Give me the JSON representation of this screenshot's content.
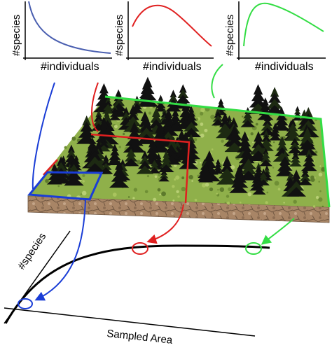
{
  "mini_plots": [
    {
      "ylabel": "#species",
      "xlabel": "#individuals",
      "curve": "decreasing",
      "color": "#4a5fb0"
    },
    {
      "ylabel": "#species",
      "xlabel": "#individuals",
      "curve": "hump",
      "color": "#e02020"
    },
    {
      "ylabel": "#species",
      "xlabel": "#individuals",
      "curve": "hump",
      "color": "#33dd44"
    }
  ],
  "main_plot": {
    "ylabel": "#species",
    "xlabel": "Sampled Area",
    "curve": "saturating",
    "markers": [
      {
        "color": "#1a3dd6",
        "position_on_curve": "early"
      },
      {
        "color": "#e02020",
        "position_on_curve": "middle"
      },
      {
        "color": "#33dd44",
        "position_on_curve": "late"
      }
    ]
  },
  "sample_areas": [
    {
      "size": "small",
      "color": "#1a3dd6"
    },
    {
      "size": "medium",
      "color": "#e02020"
    },
    {
      "size": "large",
      "color": "#33dd44"
    }
  ],
  "colors": {
    "blue": "#1a3dd6",
    "red": "#e02020",
    "green": "#33dd44",
    "curve_blue": "#4a5fb0",
    "grass": "#8fb04a",
    "soil": "#a88566",
    "tree": "#111111"
  }
}
